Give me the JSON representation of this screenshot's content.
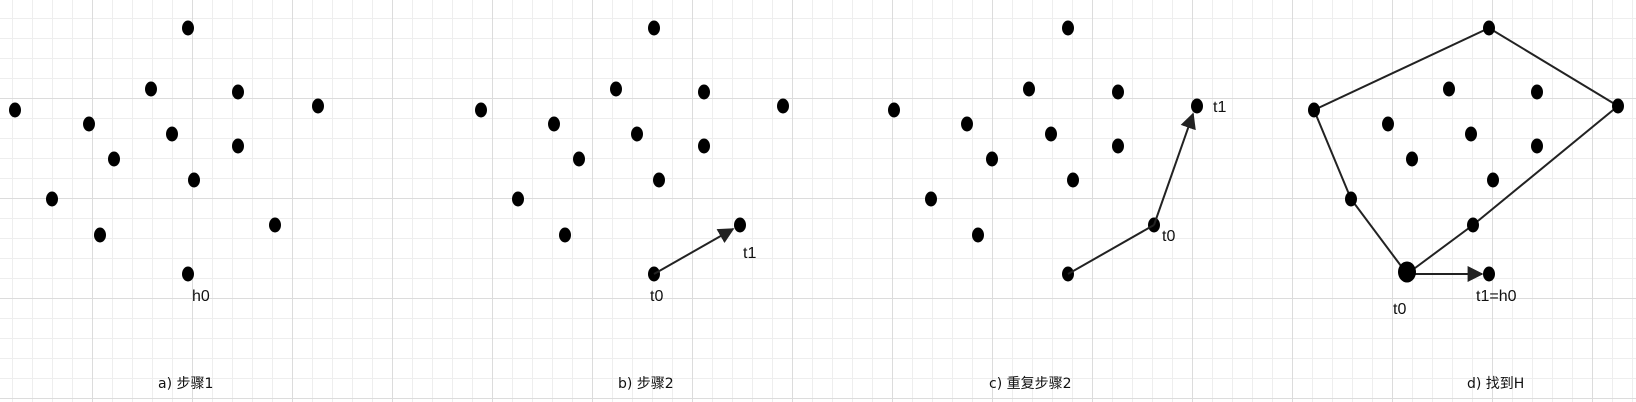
{
  "panels": [
    {
      "id": "a",
      "caption": "a) 步骤1",
      "labels": {
        "p0": "h0"
      }
    },
    {
      "id": "b",
      "caption": "b) 步骤2",
      "labels": {
        "p0": "t0",
        "pb": "t1"
      }
    },
    {
      "id": "c",
      "caption": "c) 重复步骤2",
      "labels": {
        "pb": "t0",
        "pc": "t1"
      }
    },
    {
      "id": "d",
      "caption": "d) 找到H",
      "labels": {
        "p12": "t0",
        "p0": "t1=h0"
      }
    }
  ],
  "colors": {
    "point": "#000000",
    "edge": "#222222",
    "text": "#111111"
  }
}
